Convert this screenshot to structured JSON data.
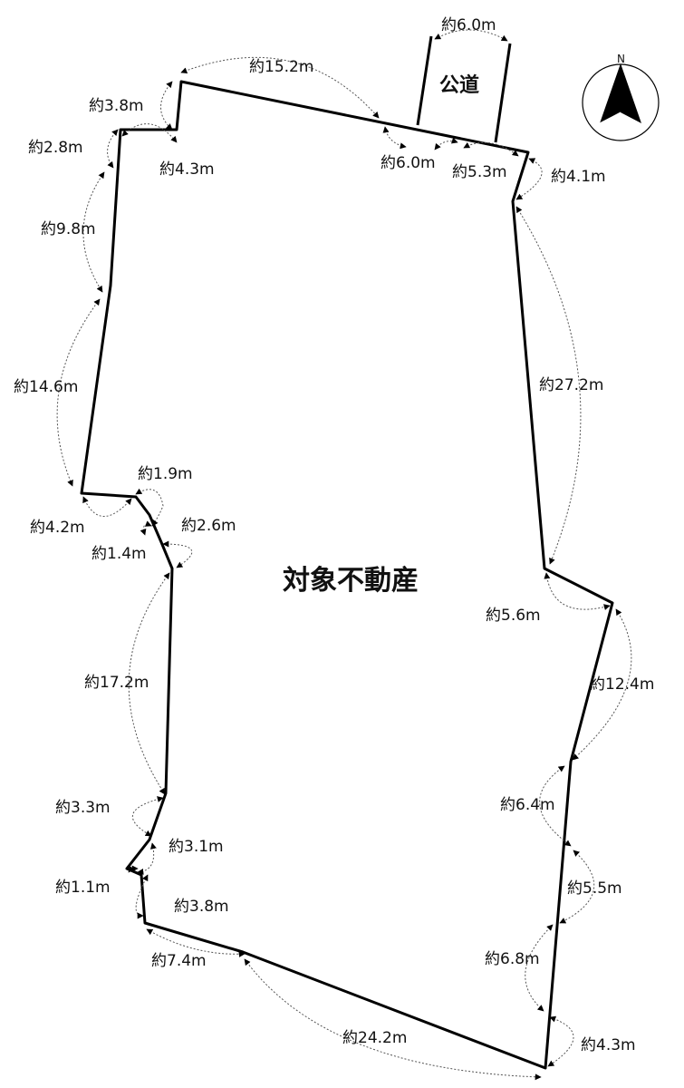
{
  "property_label": "対象不動産",
  "road_label": "公道",
  "north_label": "N",
  "dimensions": [
    "約6.0m",
    "約15.2m",
    "約3.8m",
    "約2.8m",
    "約4.3m",
    "約9.8m",
    "約6.0m",
    "約5.3m",
    "約4.1m",
    "約14.6m",
    "約27.2m",
    "約1.9m",
    "約4.2m",
    "約2.6m",
    "約1.4m",
    "約5.6m",
    "約17.2m",
    "約12.4m",
    "約6.4m",
    "約3.3m",
    "約3.1m",
    "約5.5m",
    "約1.1m",
    "約3.8m",
    "約6.8m",
    "約7.4m",
    "約24.2m",
    "約4.3m"
  ]
}
